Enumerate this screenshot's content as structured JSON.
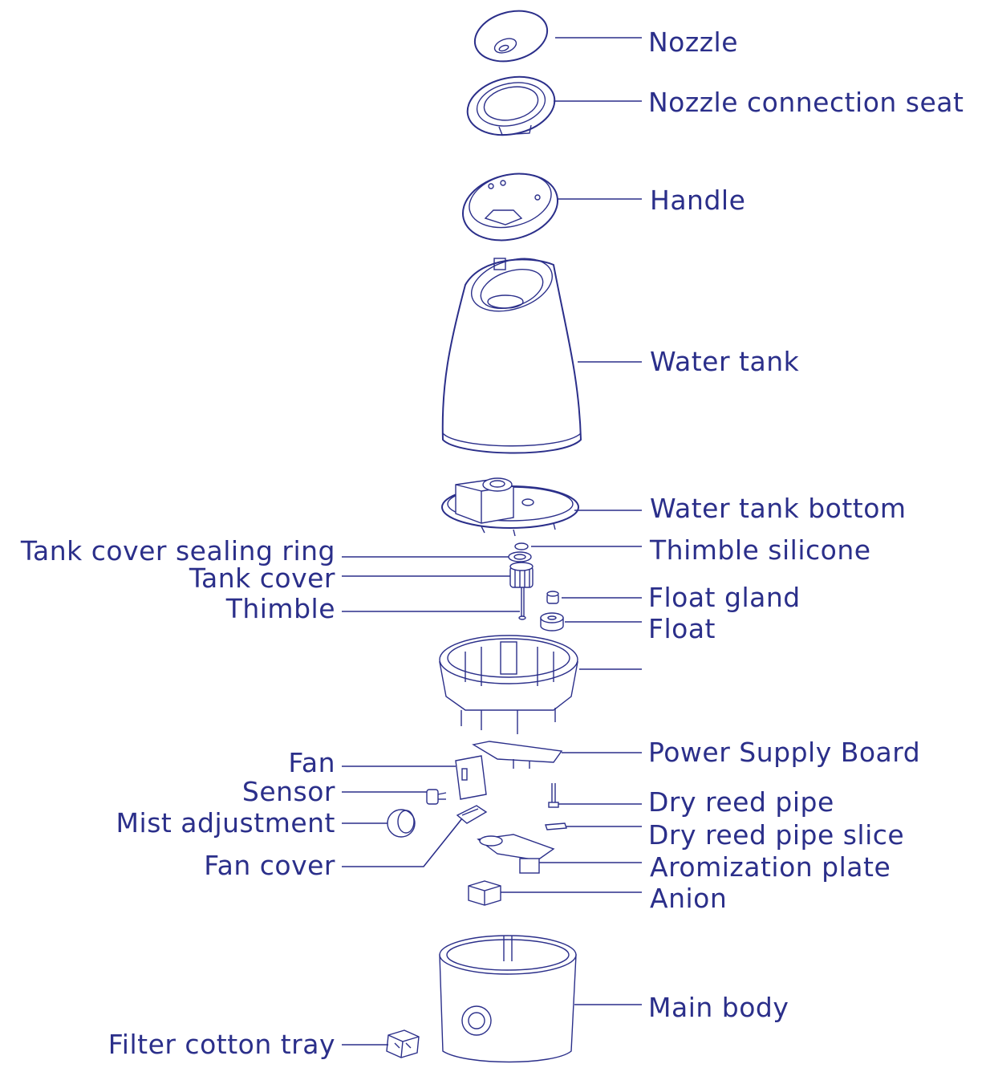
{
  "labels": {
    "nozzle": "Nozzle",
    "nozzle_connection_seat": "Nozzle connection seat",
    "handle": "Handle",
    "water_tank": "Water tank",
    "water_tank_bottom": "Water tank bottom",
    "thimble_silicone": "Thimble silicone",
    "float_gland": "Float gland",
    "float": "Float",
    "tank_cover_sealing_ring": "Tank cover sealing ring",
    "tank_cover": "Tank cover",
    "thimble": "Thimble",
    "power_supply_board": "Power Supply Board",
    "dry_reed_pipe": "Dry reed pipe",
    "dry_reed_pipe_slice": "Dry reed pipe slice",
    "aromization_plate": "Aromization plate",
    "anion": "Anion",
    "fan": "Fan",
    "sensor": "Sensor",
    "mist_adjustment": "Mist adjustment",
    "fan_cover": "Fan cover",
    "main_body": "Main body",
    "filter_cotton_tray": "Filter cotton tray"
  },
  "colors": {
    "line": "#2b2f8a",
    "background": "#ffffff"
  }
}
